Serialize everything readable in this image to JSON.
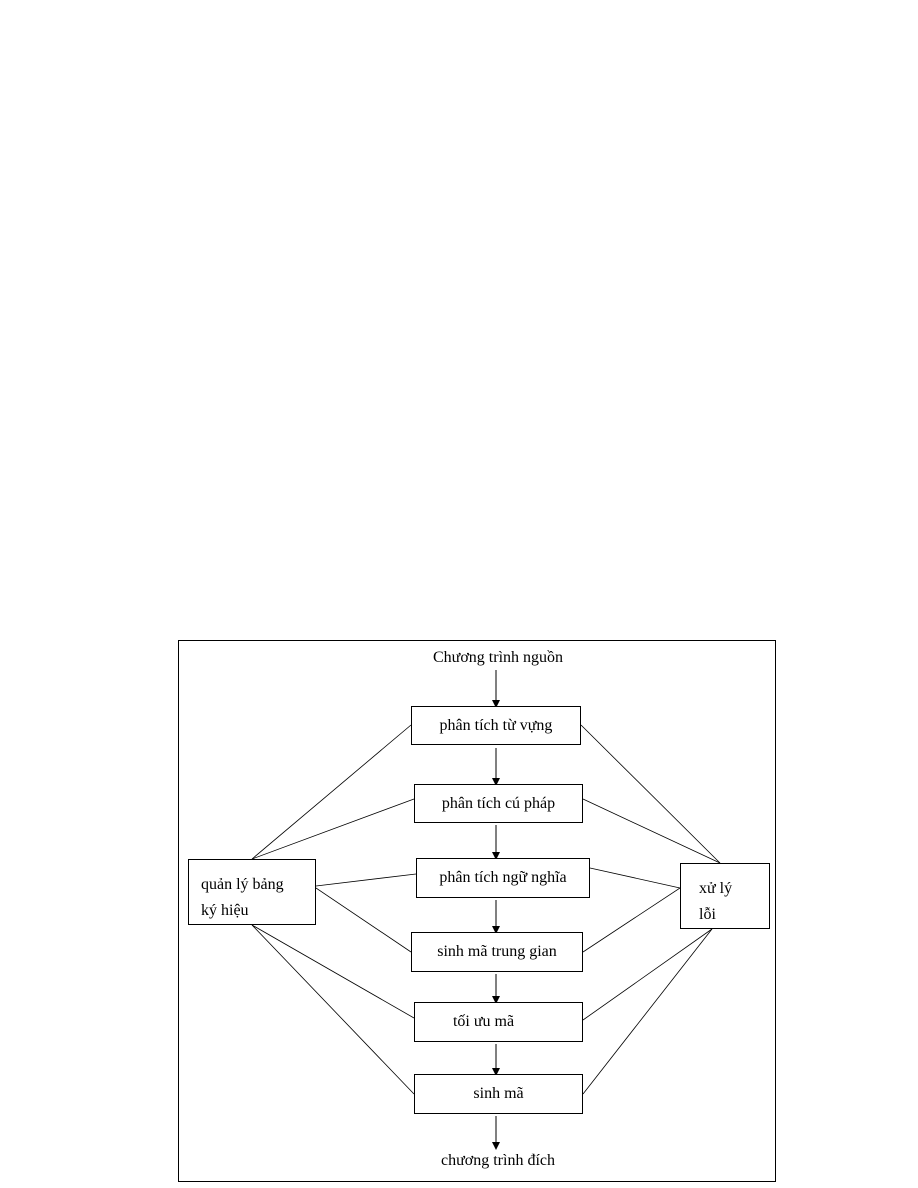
{
  "diagram": {
    "source": "Chương trình nguồn",
    "target": "chương trình đích",
    "phases": [
      "phân tích từ vựng",
      "phân tích cú pháp",
      "phân tích ngữ nghĩa",
      "sinh mã trung gian",
      "tối ưu mã",
      "sinh mã"
    ],
    "symbol_table": {
      "line1": "quản lý bảng",
      "line2": "ký hiệu"
    },
    "error_handler": {
      "line1": "xử lý",
      "line2": "lỗi"
    }
  }
}
